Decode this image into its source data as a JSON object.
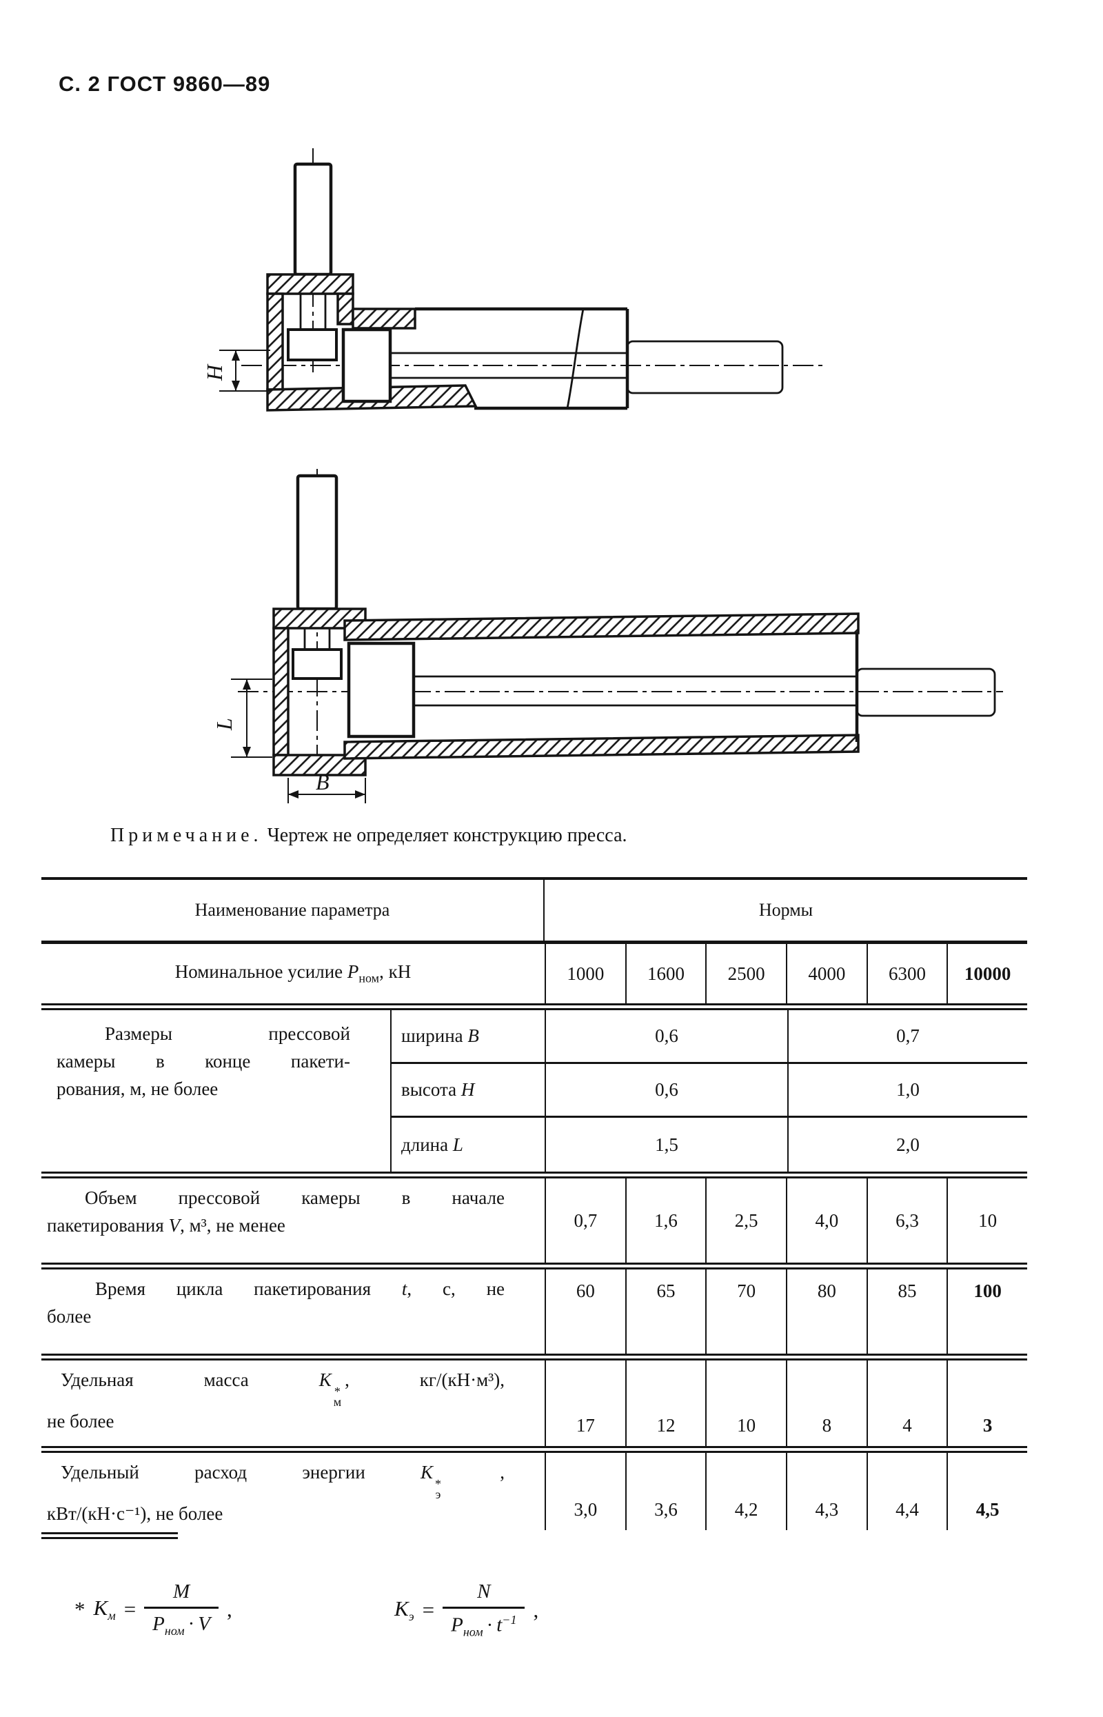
{
  "header": {
    "title": "С. 2 ГОСТ 9860—89"
  },
  "note": {
    "label": "Примечание.",
    "text": "Чертеж не определяет конструкцию пресса."
  },
  "drawings": {
    "dim_h": "H",
    "dim_l": "L",
    "dim_b": "B"
  },
  "table": {
    "col_param": "Наименование параметра",
    "col_norms": "Нормы",
    "force": {
      "pre": "Номинальное усилие ",
      "sym": "P",
      "sub": "ном",
      "post": ", кН",
      "values": [
        "1000",
        "1600",
        "2500",
        "4000",
        "6300",
        "10000"
      ]
    },
    "sizes": {
      "line1": "Размеры прессовой",
      "line2": "камеры в конце пакети-",
      "line3": "рования, м, не более",
      "width": {
        "label": "ширина ",
        "sym": "B",
        "left": "0,6",
        "right": "0,7"
      },
      "height": {
        "label": "высота ",
        "sym": "H",
        "left": "0,6",
        "right": "1,0"
      },
      "length": {
        "label": "длина ",
        "sym": "L",
        "left": "1,5",
        "right": "2,0"
      }
    },
    "volume": {
      "l1": "Объем прессовой камеры в начале",
      "l2pre": "пакетирования ",
      "sym": "V",
      "l2post": ", м³, не менее",
      "values": [
        "0,7",
        "1,6",
        "2,5",
        "4,0",
        "6,3",
        "10"
      ]
    },
    "cycle": {
      "l1pre": "Время цикла пакетирования ",
      "sym": "t",
      "l1post": ", с, не",
      "l2": "более",
      "values": [
        "60",
        "65",
        "70",
        "80",
        "85",
        "100"
      ]
    },
    "mass": {
      "l1pre": "Удельная масса ",
      "sym": "K",
      "sup": "*",
      "sub": "м",
      "l1post": ", кг/(кН·м³),",
      "l2": "не более",
      "values": [
        "17",
        "12",
        "10",
        "8",
        "4",
        "3"
      ]
    },
    "energy": {
      "l1pre": "Удельный расход энергии ",
      "sym": "K",
      "sup": "*",
      "sub": "э",
      "l1post": " ,",
      "l2": "кВт/(кН·с⁻¹), не более",
      "values": [
        "3,0",
        "3,6",
        "4,2",
        "4,3",
        "4,4",
        "4,5"
      ]
    }
  },
  "footnote": {
    "star": "*",
    "km": {
      "sym": "K",
      "sub": "м",
      "eq": "=",
      "num": "M",
      "den_p": "P",
      "den_sub": "ном",
      "dot": "·",
      "den_v": "V",
      "comma": ","
    },
    "ke": {
      "sym": "K",
      "sub": "э",
      "eq": "=",
      "num": "N",
      "den_p": "P",
      "den_sub": "ном",
      "dot": "·",
      "den_t": "t",
      "den_sup": "−1",
      "comma": ","
    }
  }
}
